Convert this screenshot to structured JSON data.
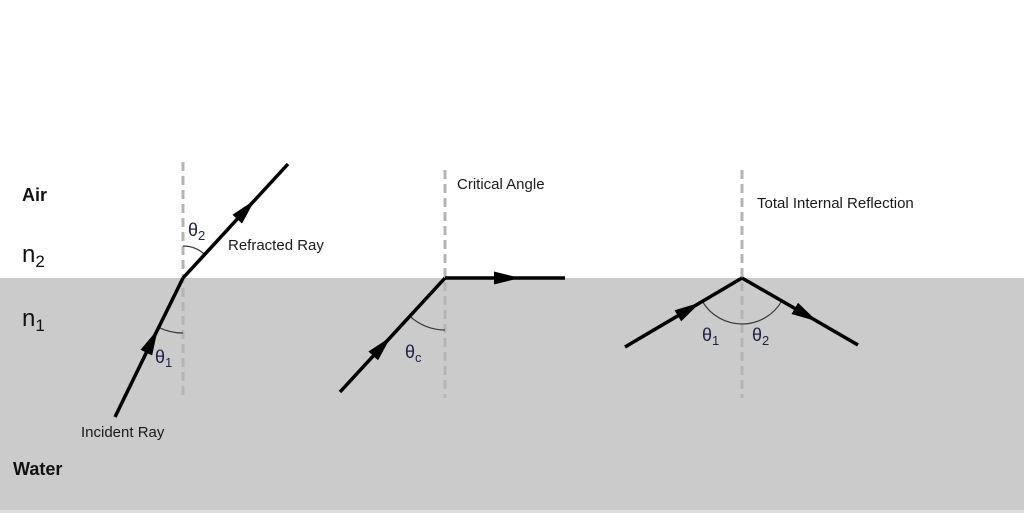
{
  "colors": {
    "water_fill": "#cbcbcb",
    "air_fill": "#ffffff",
    "ray": "#000000",
    "normal_dash": "#b4b4b4",
    "arc": "#3a3a3a",
    "angle_label": "#232347",
    "text": "#1a1a1a"
  },
  "regions": {
    "air": "Air",
    "water": "Water",
    "n2_base": "n",
    "n2_sub": "2",
    "n1_base": "n",
    "n1_sub": "1"
  },
  "refraction": {
    "incident_label": "Incident Ray",
    "refracted_label": "Refracted Ray",
    "theta1_base": "θ",
    "theta1_sub": "1",
    "theta2_base": "θ",
    "theta2_sub": "2"
  },
  "critical": {
    "title": "Critical Angle",
    "theta_base": "θ",
    "theta_sub": "c"
  },
  "tir": {
    "title": "Total Internal Reflection",
    "theta1_base": "θ",
    "theta1_sub": "1",
    "theta2_base": "θ",
    "theta2_sub": "2"
  }
}
